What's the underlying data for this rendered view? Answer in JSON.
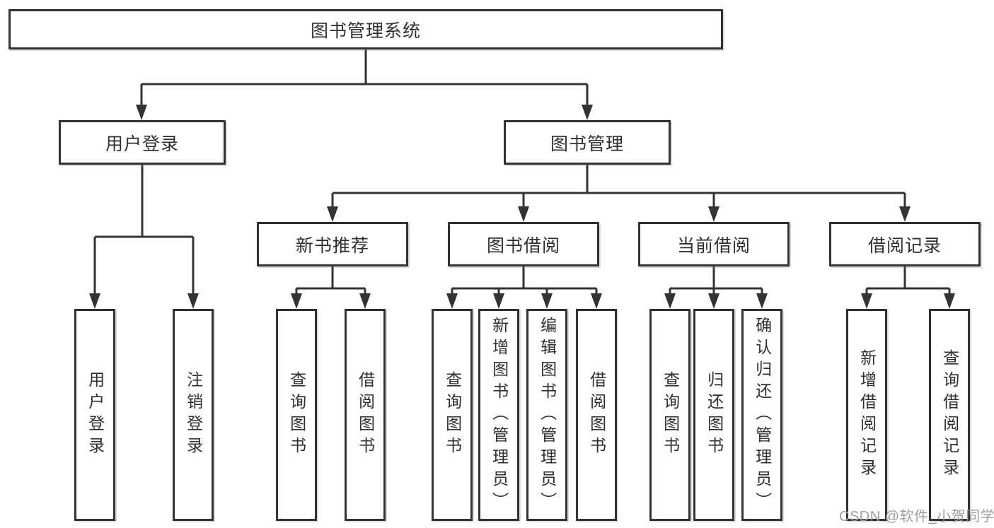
{
  "diagram": {
    "root": {
      "label": "图书管理系统",
      "children": [
        {
          "label": "用户登录",
          "children": [
            {
              "label": "用户登录"
            },
            {
              "label": "注销登录"
            }
          ]
        },
        {
          "label": "图书管理",
          "children": [
            {
              "label": "新书推荐",
              "children": [
                {
                  "label": "查询图书"
                },
                {
                  "label": "借阅图书"
                }
              ]
            },
            {
              "label": "图书借阅",
              "children": [
                {
                  "label": "查询图书"
                },
                {
                  "label": "新增图书（管理员）"
                },
                {
                  "label": "编辑图书（管理员）"
                },
                {
                  "label": "借阅图书"
                }
              ]
            },
            {
              "label": "当前借阅",
              "children": [
                {
                  "label": "查询图书"
                },
                {
                  "label": "归还图书"
                },
                {
                  "label": "确认归还（管理员）"
                }
              ]
            },
            {
              "label": "借阅记录",
              "children": [
                {
                  "label": "新增借阅记录"
                },
                {
                  "label": "查询借阅记录"
                }
              ]
            }
          ]
        }
      ]
    }
  },
  "watermark": {
    "text": "CSDN @软件_小贺同学",
    "color": "#9e9e9e"
  },
  "colors": {
    "line": "#333333",
    "box_border": "#333333",
    "box_background": "#ffffff",
    "text": "#2f2f2f",
    "page_background": "#ffffff"
  }
}
